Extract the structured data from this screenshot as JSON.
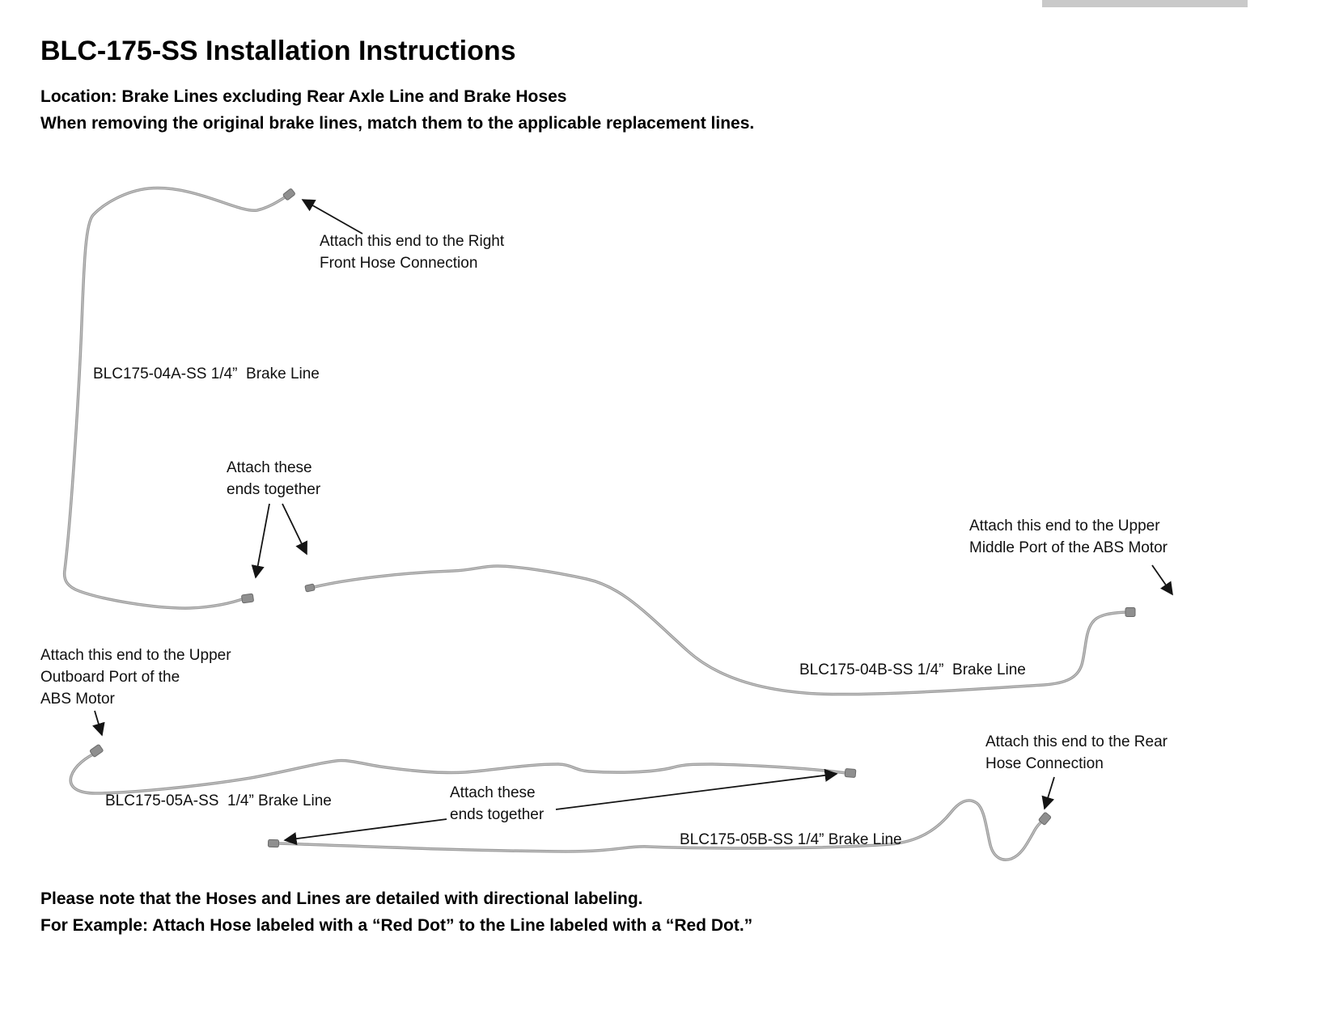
{
  "page": {
    "title": "BLC-175-SS Installation Instructions",
    "header_line1": "Location: Brake Lines excluding Rear Axle Line and Brake Hoses",
    "header_line2": "When removing the original brake lines, match them to the applicable replacement lines.",
    "footer": "Please note that the Hoses and Lines are detailed with directional labeling.\nFor Example: Attach Hose labeled with a “Red Dot” to the Line labeled with a “Red Dot.”"
  },
  "labels": {
    "line_04a": "BLC175-04A-SS 1/4”  Brake Line",
    "line_04b": "BLC175-04B-SS 1/4”  Brake Line",
    "line_05a": "BLC175-05A-SS  1/4” Brake Line",
    "line_05b": "BLC175-05B-SS 1/4” Brake Line"
  },
  "annotations": {
    "right_front": "Attach this end to the Right\nFront Hose Connection",
    "ends_together_top": "Attach these\nends together",
    "upper_middle": "Attach this end to the Upper\nMiddle Port of the ABS Motor",
    "upper_outboard": "Attach this end to the Upper\nOutboard Port of the\nABS Motor",
    "ends_together_bottom": "Attach these\nends together",
    "rear_hose": "Attach this end to the Rear\nHose Connection"
  },
  "colors": {
    "brake_line_gray": "#9a9a9a",
    "arrow_black": "#141414"
  }
}
